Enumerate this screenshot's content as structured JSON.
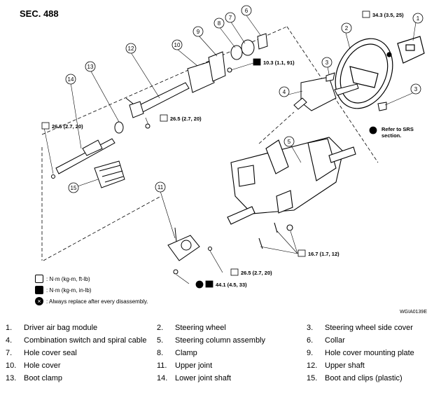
{
  "section": "SEC. 488",
  "figure_code": "WGIA0139E",
  "torque_specs": {
    "t1": "34.3 (3.5, 25)",
    "t2": "10.3 (1.1, 91)",
    "t3": "26.5 (2.7, 20)",
    "t4": "26.5 (2.7, 20)",
    "t5": "16.7 (1.7, 12)",
    "t6": "26.5 (2.7, 20)",
    "t7": "44.1 (4.5, 33)"
  },
  "srs_note": "Refer to SRS section.",
  "legend": [
    {
      "symbol": "open-wrench",
      "text": ": N·m (kg-m, ft-lb)"
    },
    {
      "symbol": "filled-wrench",
      "text": ": N·m (kg-m, in-lb)"
    },
    {
      "symbol": "replace-x",
      "text": ": Always replace after every disassembly."
    }
  ],
  "callouts": [
    "1",
    "2",
    "3",
    "3",
    "4",
    "5",
    "6",
    "7",
    "8",
    "9",
    "10",
    "11",
    "12",
    "13",
    "14",
    "15"
  ],
  "parts": [
    {
      "num": "1.",
      "name": "Driver air bag module"
    },
    {
      "num": "2.",
      "name": "Steering wheel"
    },
    {
      "num": "3.",
      "name": "Steering wheel side cover"
    },
    {
      "num": "4.",
      "name": "Combination switch and spiral cable"
    },
    {
      "num": "5.",
      "name": "Steering column assembly"
    },
    {
      "num": "6.",
      "name": "Collar"
    },
    {
      "num": "7.",
      "name": "Hole cover seal"
    },
    {
      "num": "8.",
      "name": "Clamp"
    },
    {
      "num": "9.",
      "name": "Hole cover mounting plate"
    },
    {
      "num": "10.",
      "name": "Hole cover"
    },
    {
      "num": "11.",
      "name": "Upper joint"
    },
    {
      "num": "12.",
      "name": "Upper shaft"
    },
    {
      "num": "13.",
      "name": "Boot clamp"
    },
    {
      "num": "14.",
      "name": "Lower joint shaft"
    },
    {
      "num": "15.",
      "name": "Boot and clips (plastic)"
    }
  ]
}
